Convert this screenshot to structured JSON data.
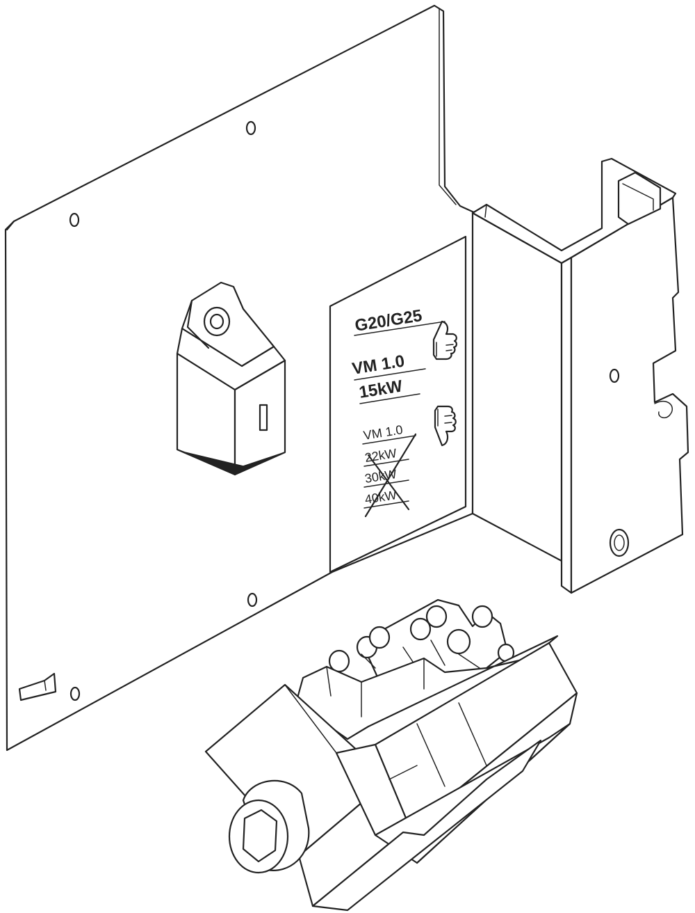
{
  "label": {
    "gas_types": "G20/G25",
    "approved_model": "VM 1.0",
    "approved_power": "15kW",
    "rejected_model": "VM 1.0",
    "rejected_powers": [
      "22kW",
      "30kW",
      "40kW"
    ],
    "approved_icon": "thumbs-up-icon",
    "rejected_icon": "thumbs-down-icon"
  }
}
